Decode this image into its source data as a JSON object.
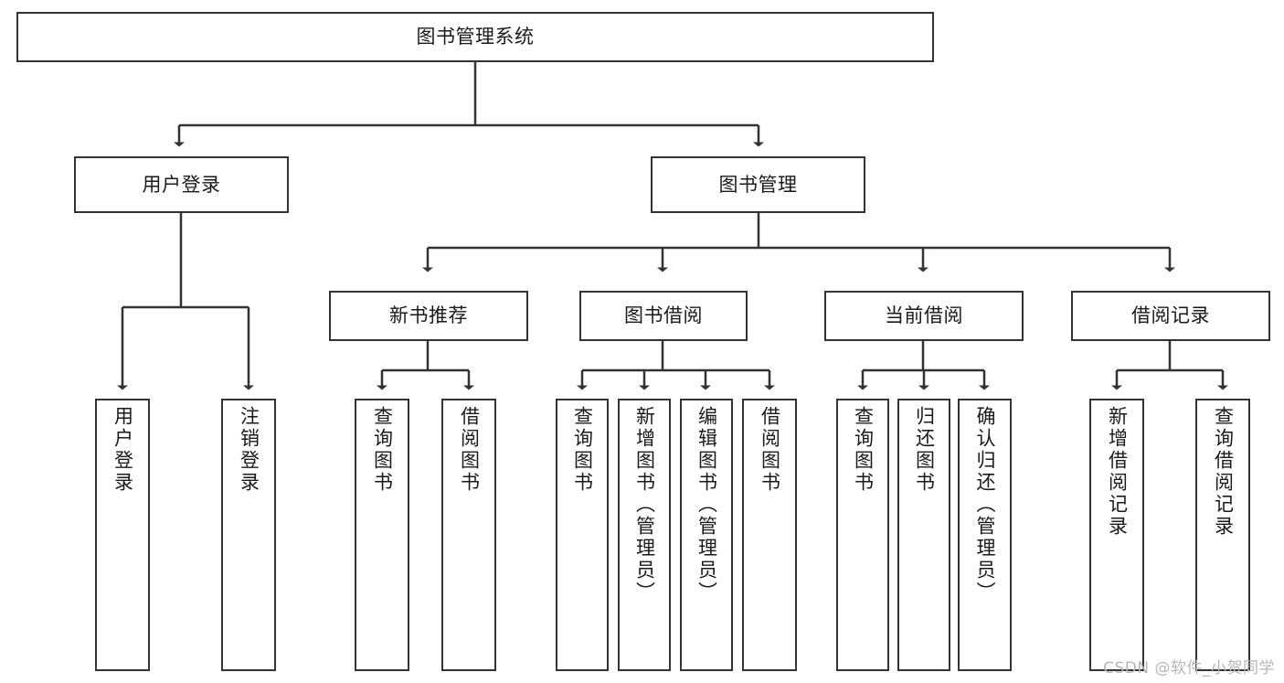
{
  "diagram": {
    "title": "图书管理系统",
    "type": "hierarchy-tree",
    "watermark": "CSDN @软件_小贺同学",
    "colors": {
      "box_border": "#333333",
      "box_fill": "#ffffff",
      "line": "#333333",
      "text": "#1a1a1a",
      "watermark": "#b6b6b6"
    },
    "nodes": {
      "root": {
        "label": "图书管理系统"
      },
      "level2": [
        {
          "label": "用户登录"
        },
        {
          "label": "图书管理"
        }
      ],
      "level3": [
        {
          "label": "新书推荐"
        },
        {
          "label": "图书借阅"
        },
        {
          "label": "当前借阅"
        },
        {
          "label": "借阅记录"
        }
      ],
      "leaves": {
        "user_login": [
          {
            "label": "用户登录"
          },
          {
            "label": "注销登录"
          }
        ],
        "new_book_recommend": [
          {
            "label": "查询图书"
          },
          {
            "label": "借阅图书"
          }
        ],
        "book_borrow": [
          {
            "label": "查询图书"
          },
          {
            "label": "新增图书（管理员）"
          },
          {
            "label": "编辑图书（管理员）"
          },
          {
            "label": "借阅图书"
          }
        ],
        "current_borrow": [
          {
            "label": "查询图书"
          },
          {
            "label": "归还图书"
          },
          {
            "label": "确认归还（管理员）"
          }
        ],
        "borrow_record": [
          {
            "label": "新增借阅记录"
          },
          {
            "label": "查询借阅记录"
          }
        ]
      }
    }
  }
}
